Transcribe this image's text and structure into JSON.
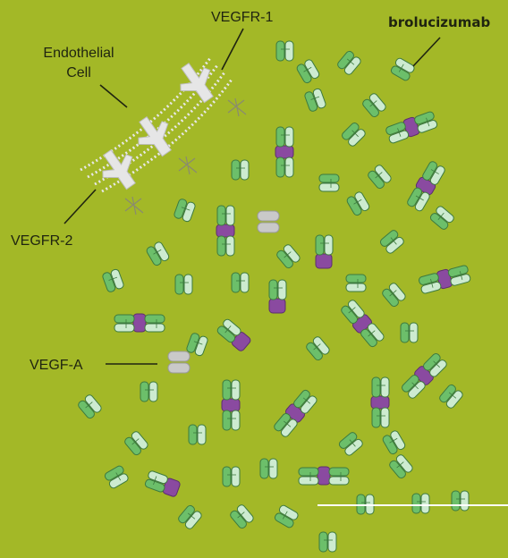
{
  "labels": {
    "vegfr1": "VEGFR-1",
    "endothelial_line1": "Endothelial",
    "endothelial_line2": "Cell",
    "brolucizumab": "brolucizumab",
    "vegfr2": "VEGFR-2",
    "vegf_a": "VEGF-A"
  },
  "colors": {
    "background": "#a3b827",
    "antibody_dark": "#6cbf6a",
    "antibody_light": "#cdebd0",
    "antibody_outline": "#3d7a3f",
    "vegf_purple": "#8a4aa0",
    "vegf_free": "#c9c9c9",
    "receptor": "#e6e6e6",
    "line": "#1f2410"
  }
}
